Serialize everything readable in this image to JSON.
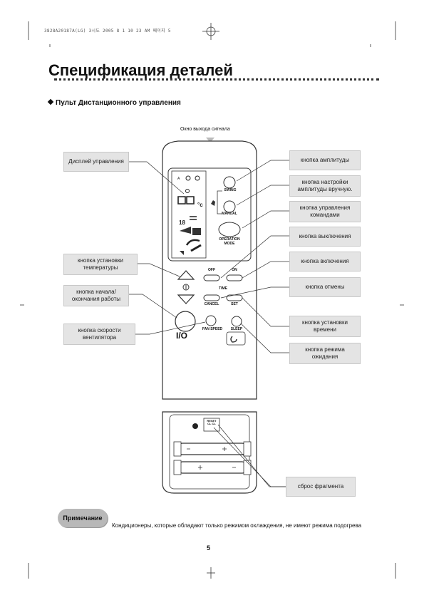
{
  "header": {
    "code": "3828A20187A(LG) 3시도 2005 8 1 10 23 AM 페이지 5"
  },
  "title": "Спецификация деталей",
  "section": {
    "title": "Пульт Дистанционного управления",
    "signal_label": "Окно выхода сигнала"
  },
  "callouts": {
    "display": "Дисплей управления",
    "set_temp": "кнопка установки\nтемпературы",
    "start_stop": "кнопка начала/\nокончания работы",
    "fan_speed_btn": "кнопка скорости\nвентилятора",
    "swing": "кнопка амплитуды",
    "manual": "кнопка настройки\nамплитуды вручную.",
    "operation": "кнопка управления\nкомандами",
    "off": "кнопка выключения",
    "on": "кнопка включения",
    "cancel": "кнопка отмены",
    "set_time": "кнопка установки\nвремени",
    "sleep_mode": "кнопка режима\nожидания",
    "reset": "сброс фрагмента"
  },
  "remote_labels": {
    "swing": "SWING",
    "manual": "MANUAL",
    "operation_mode": "OPERATION\nMODE",
    "off": "OFF",
    "on": "ON",
    "time": "TIME",
    "cancel": "CANCEL",
    "set": "SET",
    "fan_speed": "FAN SPEED",
    "sleep": "SLEEP",
    "power": "I/O",
    "reset": "RESET\nCL CL"
  },
  "note": {
    "badge": "Примечание",
    "text": "Кондиционеры, которые обладают только режимом охлаждения, не имеют режима подогрева"
  },
  "page_number": "5"
}
